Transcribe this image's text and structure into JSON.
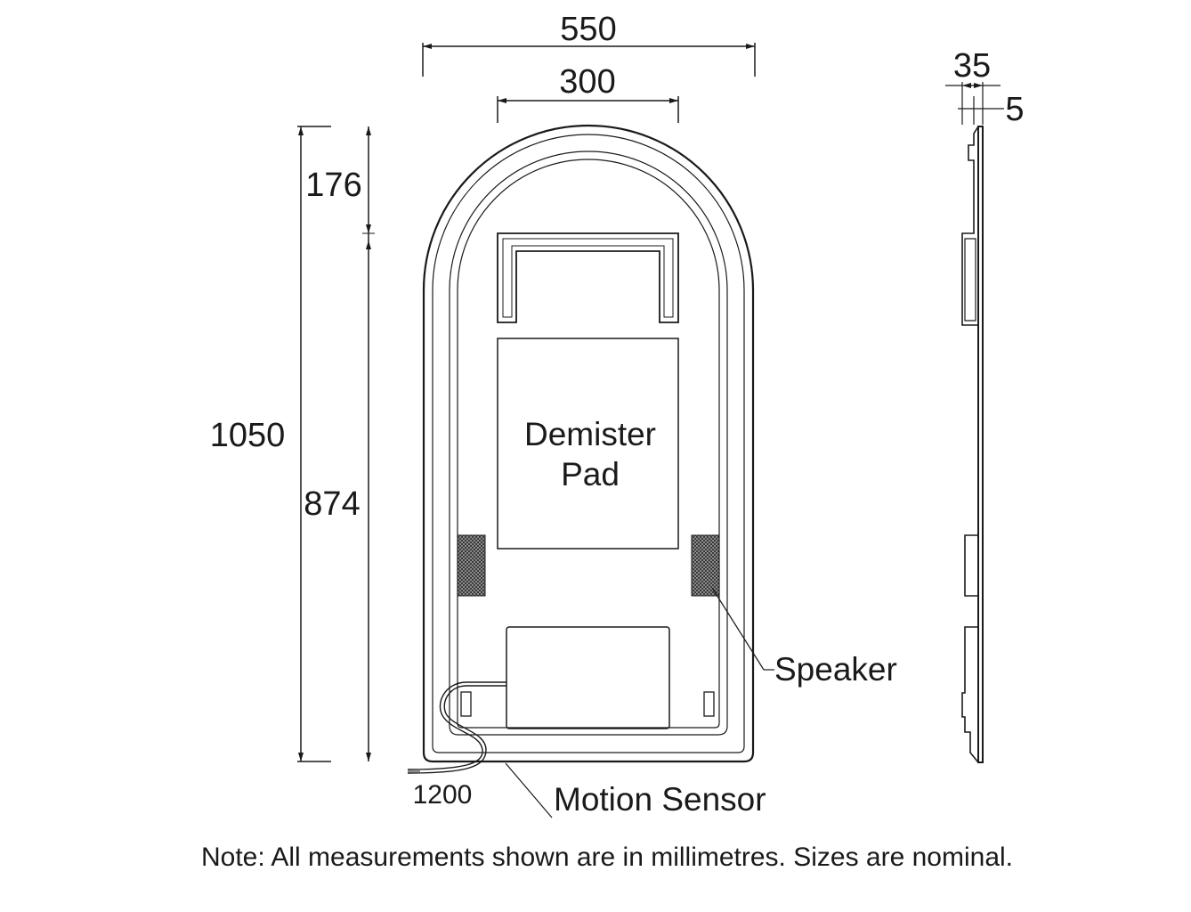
{
  "dimensions": {
    "overall_width": "550",
    "inner_width": "300",
    "overall_height": "1050",
    "arch_height": "176",
    "lower_height": "874",
    "depth": "35",
    "glass_thickness": "5",
    "cable_length": "1200"
  },
  "labels": {
    "demister_line1": "Demister",
    "demister_line2": "Pad",
    "speaker": "Speaker",
    "motion_sensor": "Motion Sensor"
  },
  "note": "Note: All measurements shown are in millimetres. Sizes are nominal."
}
